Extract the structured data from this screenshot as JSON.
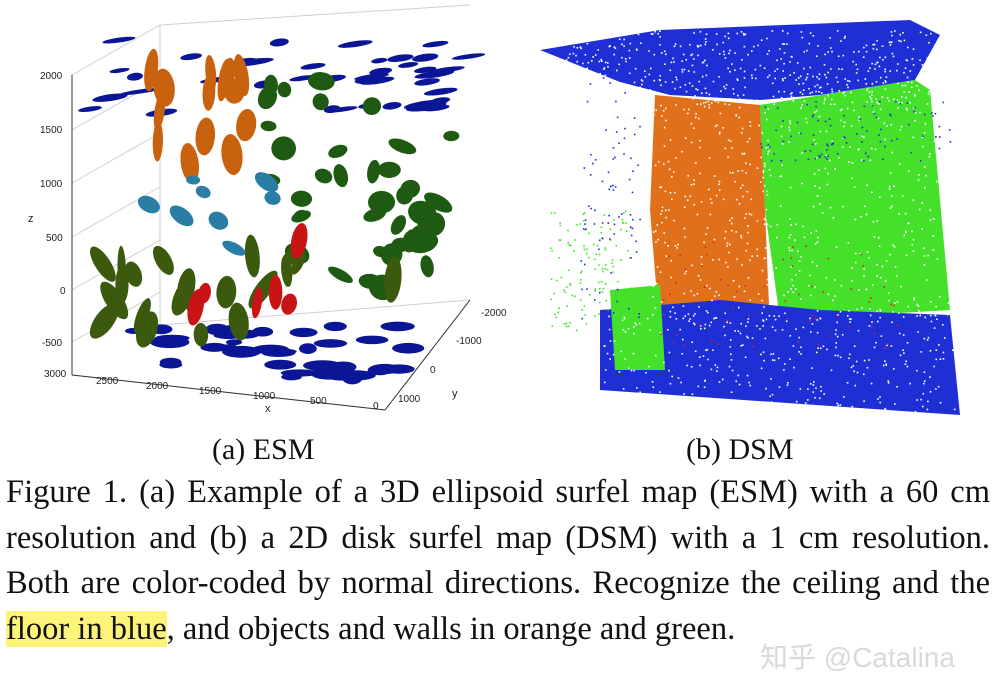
{
  "figure": {
    "panel_a": {
      "subcaption": "(a) ESM",
      "axes": {
        "z_label": "z",
        "x_label": "x",
        "y_label": "y",
        "z_ticks": [
          "2000",
          "1500",
          "1000",
          "500",
          "0",
          "-500"
        ],
        "x_ticks": [
          "3000",
          "2500",
          "2000",
          "1500",
          "1000",
          "500",
          "0"
        ],
        "y_ticks": [
          "-2000",
          "-1000",
          "0",
          "1000"
        ]
      },
      "colors": {
        "blue": "#0a1696",
        "green": "#1e5a12",
        "orange": "#c8620e",
        "olive": "#3b5a0e",
        "red": "#c81414",
        "cyan": "#2a7ea6"
      }
    },
    "panel_b": {
      "subcaption": "(b) DSM",
      "colors": {
        "blue": "#1f2fd6",
        "green": "#45e02a",
        "orange": "#e0701a",
        "red": "#e02020",
        "white": "#ffffff"
      }
    }
  },
  "caption": {
    "part1": "Figure 1. (a) Example of a 3D ellipsoid surfel map (ESM) with a 60 cm resolution and (b) a 2D disk surfel map (DSM) with a 1 cm resolution. Both are color-coded by normal directions. Recognize the ceiling and the ",
    "highlight": "floor in blue",
    "part2": ", and objects and walls in orange and green."
  },
  "watermark": "知乎 @Catalina"
}
